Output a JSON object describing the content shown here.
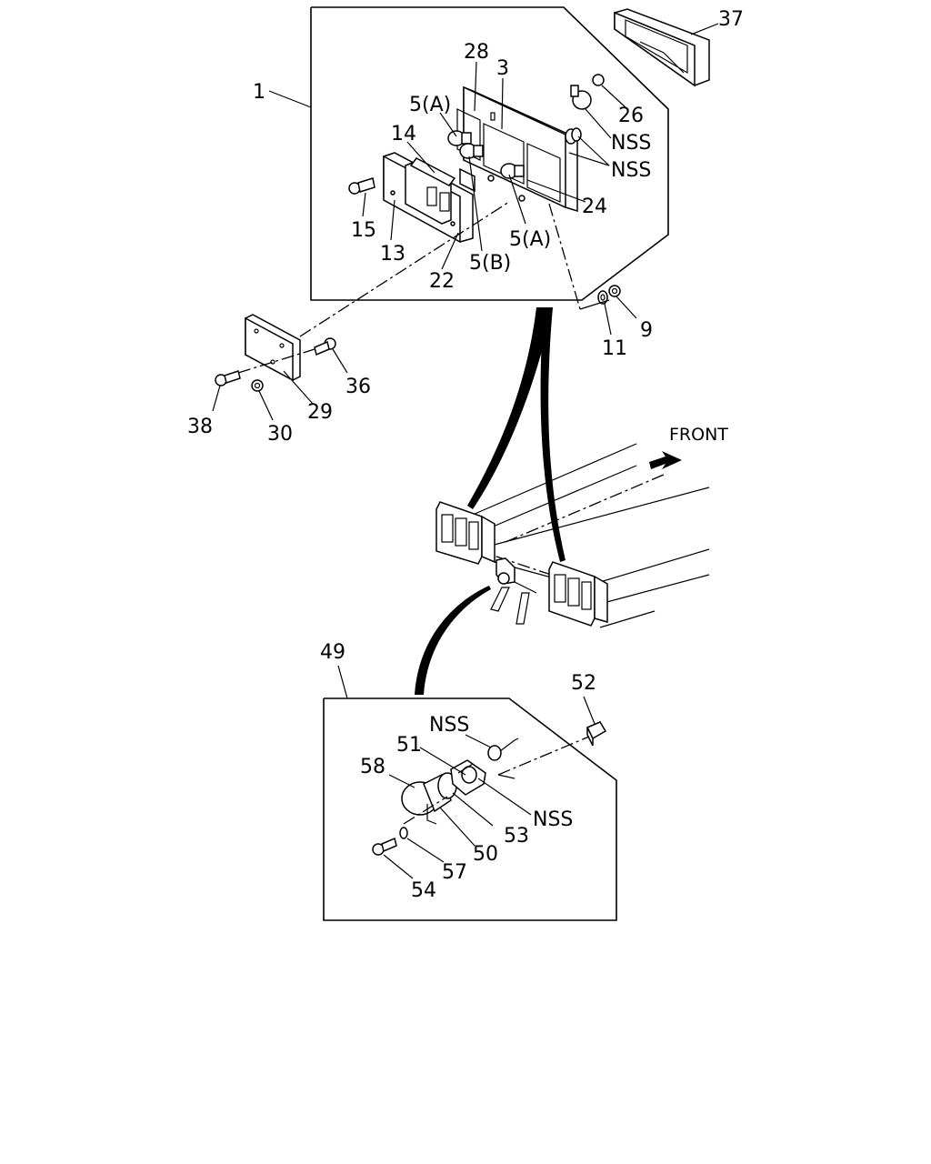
{
  "labels": {
    "p1": "1",
    "p3": "3",
    "p5a_top": "5(A)",
    "p5a_bottom": "5(A)",
    "p5b": "5(B)",
    "p9": "9",
    "p11": "11",
    "p13": "13",
    "p14": "14",
    "p15": "15",
    "p22": "22",
    "p24": "24",
    "p26": "26",
    "p28": "28",
    "p29": "29",
    "p30": "30",
    "p36": "36",
    "p37": "37",
    "p38": "38",
    "p49": "49",
    "p50": "50",
    "p51": "51",
    "p52": "52",
    "p53": "53",
    "p54": "54",
    "p57": "57",
    "p58": "58",
    "nss_1": "NSS",
    "nss_2": "NSS",
    "nss_3": "NSS",
    "nss_4": "NSS",
    "front": "FRONT"
  }
}
